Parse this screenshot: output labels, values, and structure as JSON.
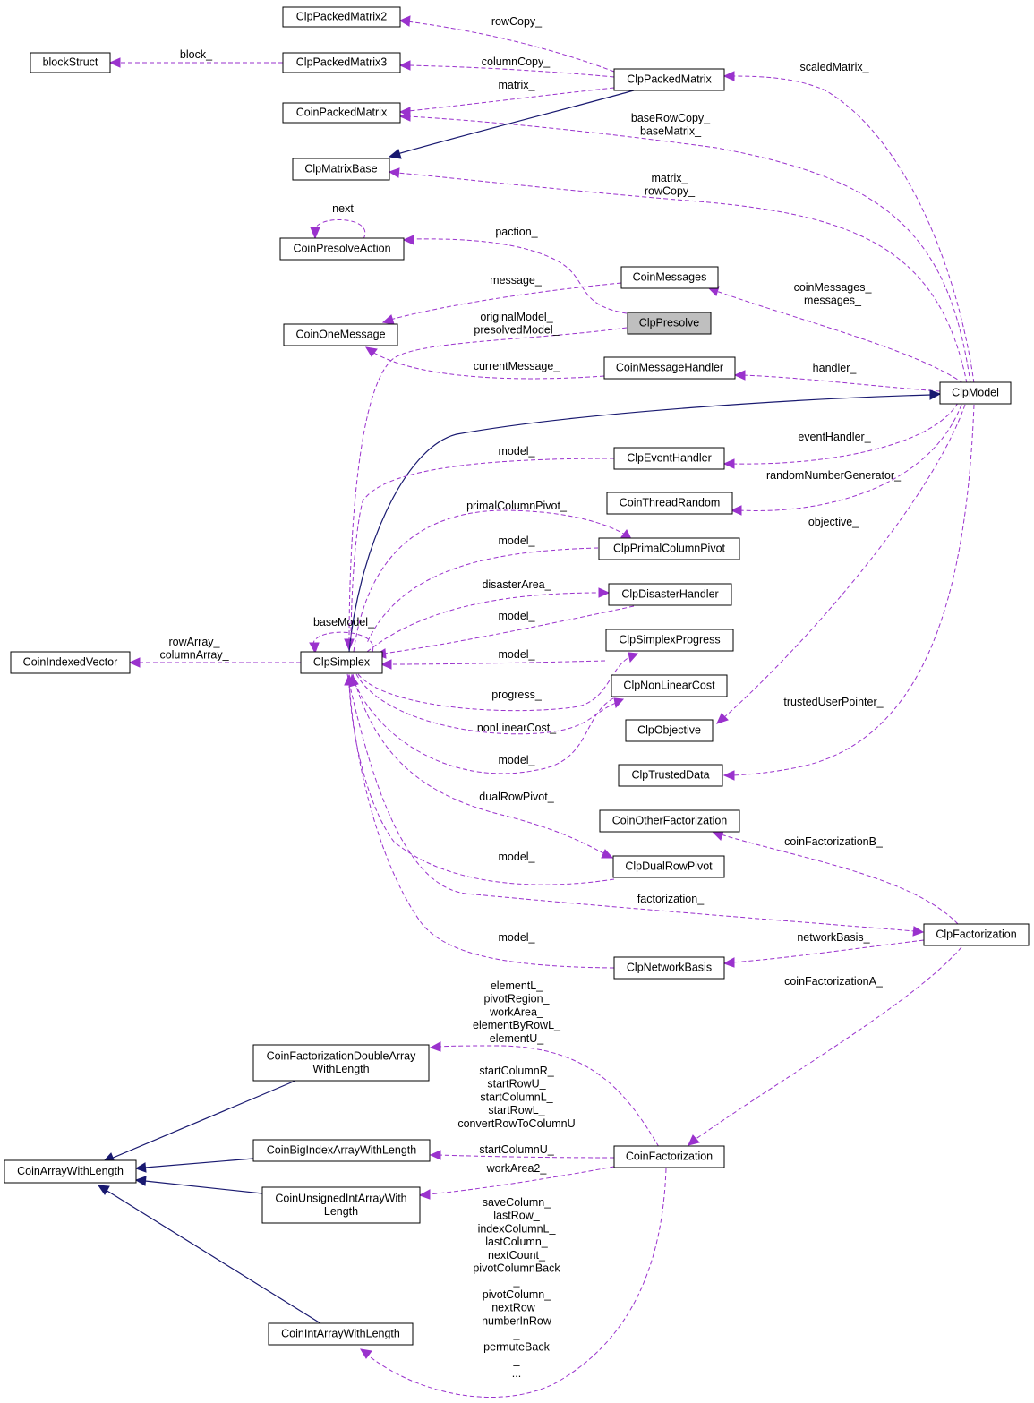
{
  "colors": {
    "usage_edge": "#9a32cd",
    "inheritance_edge": "#191970",
    "highlight_fill": "#bfbfbf"
  },
  "nodes": {
    "blockStruct": [
      "blockStruct"
    ],
    "ClpPackedMatrix2": [
      "ClpPackedMatrix2"
    ],
    "ClpPackedMatrix3": [
      "ClpPackedMatrix3"
    ],
    "CoinPackedMatrix": [
      "CoinPackedMatrix"
    ],
    "ClpPackedMatrix": [
      "ClpPackedMatrix"
    ],
    "ClpMatrixBase": [
      "ClpMatrixBase"
    ],
    "CoinPresolveAction": [
      "CoinPresolveAction"
    ],
    "CoinMessages": [
      "CoinMessages"
    ],
    "ClpPresolve": [
      "ClpPresolve"
    ],
    "CoinOneMessage": [
      "CoinOneMessage"
    ],
    "CoinMessageHandler": [
      "CoinMessageHandler"
    ],
    "ClpModel": [
      "ClpModel"
    ],
    "ClpEventHandler": [
      "ClpEventHandler"
    ],
    "CoinThreadRandom": [
      "CoinThreadRandom"
    ],
    "ClpPrimalColumnPivot": [
      "ClpPrimalColumnPivot"
    ],
    "ClpDisasterHandler": [
      "ClpDisasterHandler"
    ],
    "ClpSimplexProgress": [
      "ClpSimplexProgress"
    ],
    "CoinIndexedVector": [
      "CoinIndexedVector"
    ],
    "ClpSimplex": [
      "ClpSimplex"
    ],
    "ClpNonLinearCost": [
      "ClpNonLinearCost"
    ],
    "ClpObjective": [
      "ClpObjective"
    ],
    "ClpTrustedData": [
      "ClpTrustedData"
    ],
    "CoinOtherFactorization": [
      "CoinOtherFactorization"
    ],
    "ClpDualRowPivot": [
      "ClpDualRowPivot"
    ],
    "ClpFactorization": [
      "ClpFactorization"
    ],
    "ClpNetworkBasis": [
      "ClpNetworkBasis"
    ],
    "CoinFactorizationDoubleArrayWithLength": [
      "CoinFactorizationDoubleArray",
      "WithLength"
    ],
    "CoinBigIndexArrayWithLength": [
      "CoinBigIndexArrayWithLength"
    ],
    "CoinArrayWithLength": [
      "CoinArrayWithLength"
    ],
    "CoinFactorization": [
      "CoinFactorization"
    ],
    "CoinUnsignedIntArrayWithLength": [
      "CoinUnsignedIntArrayWith",
      "Length"
    ],
    "CoinIntArrayWithLength": [
      "CoinIntArrayWithLength"
    ]
  },
  "edge_labels": {
    "rowCopy": [
      "rowCopy_"
    ],
    "columnCopy": [
      "columnCopy_"
    ],
    "block": [
      "block_"
    ],
    "matrix": [
      "matrix_"
    ],
    "scaledMatrix": [
      "scaledMatrix_"
    ],
    "baseRowCopy": [
      "baseRowCopy_",
      "baseMatrix_"
    ],
    "matrixRowCopy": [
      "matrix_",
      "rowCopy_"
    ],
    "next": [
      "next"
    ],
    "paction": [
      "paction_"
    ],
    "message": [
      "message_"
    ],
    "coinMessages": [
      "coinMessages_",
      "messages_"
    ],
    "originalModel": [
      "originalModel_",
      "presolvedModel_"
    ],
    "currentMessage": [
      "currentMessage_"
    ],
    "handler": [
      "handler_"
    ],
    "modelEvent": [
      "model_"
    ],
    "eventHandler": [
      "eventHandler_"
    ],
    "randomNumberGenerator": [
      "randomNumberGenerator_"
    ],
    "primalColumnPivot": [
      "primalColumnPivot_"
    ],
    "objective": [
      "objective_"
    ],
    "modelPrimal": [
      "model_"
    ],
    "disasterArea": [
      "disasterArea_"
    ],
    "modelDisaster": [
      "model_"
    ],
    "baseModel": [
      "baseModel_"
    ],
    "rowArray": [
      "rowArray_",
      "columnArray_"
    ],
    "modelProgress": [
      "model_"
    ],
    "progress": [
      "progress_"
    ],
    "nonLinearCost": [
      "nonLinearCost_"
    ],
    "trustedUserPointer": [
      "trustedUserPointer_"
    ],
    "modelNonLinear": [
      "model_"
    ],
    "dualRowPivot": [
      "dualRowPivot_"
    ],
    "coinFactorizationB": [
      "coinFactorizationB_"
    ],
    "modelDual": [
      "model_"
    ],
    "factorization": [
      "factorization_"
    ],
    "networkBasis": [
      "networkBasis_"
    ],
    "modelNetwork": [
      "model_"
    ],
    "coinFactorizationA": [
      "coinFactorizationA_"
    ],
    "elementL": [
      "elementL_",
      "pivotRegion_",
      "workArea_",
      "elementByRowL_",
      "elementU_"
    ],
    "startColumnR": [
      "startColumnR_",
      "startRowU_",
      "startColumnL_",
      "startRowL_",
      "convertRowToColumnU",
      "_",
      "startColumnU_"
    ],
    "workArea2": [
      "workArea2_"
    ],
    "saveColumn": [
      "saveColumn_",
      "lastRow_",
      "indexColumnL_",
      "lastColumn_",
      "nextCount_",
      "pivotColumnBack",
      "_",
      "pivotColumn_",
      "nextRow_",
      "numberInRow",
      "_",
      "permuteBack",
      "_",
      "..."
    ]
  }
}
